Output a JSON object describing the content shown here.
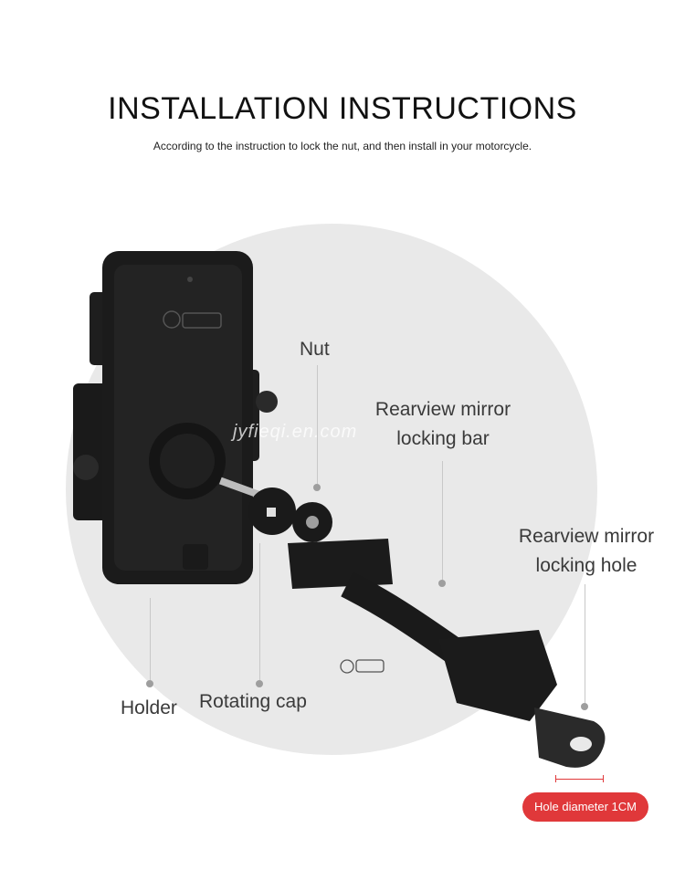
{
  "header": {
    "title": "INSTALLATION INSTRUCTIONS",
    "subtitle": "According to the instruction to lock the nut, and then install in your motorcycle."
  },
  "labels": {
    "nut": "Nut",
    "locking_bar_line1": "Rearview mirror",
    "locking_bar_line2": "locking bar",
    "locking_hole_line1": "Rearview mirror",
    "locking_hole_line2": "locking hole",
    "holder": "Holder",
    "rotating_cap": "Rotating cap"
  },
  "badge": {
    "text": "Hole diameter 1CM"
  },
  "watermark": "jyfieqi.en.com",
  "colors": {
    "accent": "#e0383a",
    "circle": "#e9e9e9",
    "product": "#1b1b1b"
  }
}
